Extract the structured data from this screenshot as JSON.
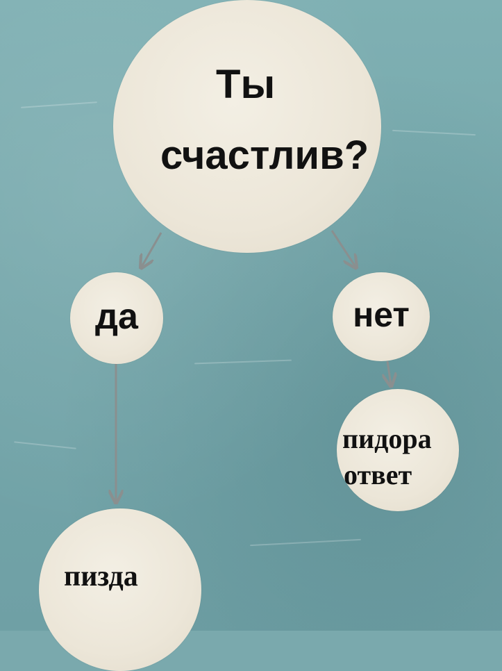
{
  "diagram": {
    "question": {
      "line1": "Ты",
      "line2": "счастлив?"
    },
    "answers": {
      "yes": "да",
      "no": "нет"
    },
    "outcomes": {
      "yes": "пизда",
      "no_line1": "пидора",
      "no_line2": "ответ"
    }
  },
  "colors": {
    "background": "#7aa9ad",
    "node_fill": "#ece6d8",
    "arrow": "#8a8f8f",
    "text": "#111111"
  }
}
